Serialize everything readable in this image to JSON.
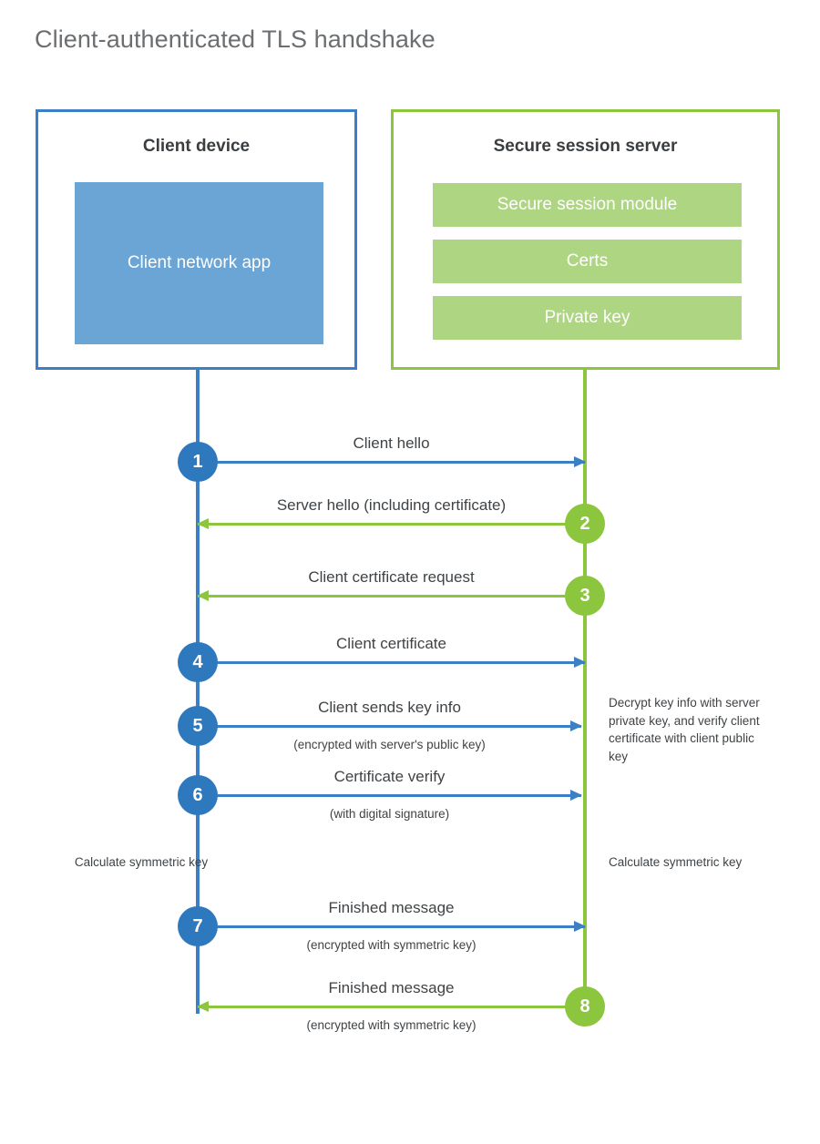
{
  "title": "Client-authenticated TLS handshake",
  "client": {
    "title": "Client device",
    "app_label": "Client network app"
  },
  "server": {
    "title": "Secure session server",
    "rows": [
      {
        "label": "Secure session module"
      },
      {
        "label": "Certs"
      },
      {
        "label": "Private key"
      }
    ]
  },
  "steps": [
    {
      "number": "1",
      "label": "Client hello",
      "sublabel": "",
      "direction": "to-server"
    },
    {
      "number": "2",
      "label": "Server hello (including certificate)",
      "sublabel": "",
      "direction": "to-client"
    },
    {
      "number": "3",
      "label": "Client certificate request",
      "sublabel": "",
      "direction": "to-client"
    },
    {
      "number": "4",
      "label": "Client certificate",
      "sublabel": "",
      "direction": "to-server"
    },
    {
      "number": "5",
      "label": "Client sends key info",
      "sublabel": "(encrypted with server's public key)",
      "direction": "to-server"
    },
    {
      "number": "6",
      "label": "Certificate verify",
      "sublabel": "(with digital signature)",
      "direction": "to-server"
    },
    {
      "number": "7",
      "label": "Finished message",
      "sublabel": "(encrypted with symmetric key)",
      "direction": "to-server"
    },
    {
      "number": "8",
      "label": "Finished message",
      "sublabel": "(encrypted with symmetric key)",
      "direction": "to-client"
    }
  ],
  "notes": {
    "server_decrypt": "Decrypt key info with server private key, and verify client certificate with client public key",
    "client_calculate": "Calculate symmetric key",
    "server_calculate": "Calculate symmetric key"
  },
  "colors": {
    "client_blue": "#3b7fc4",
    "client_circle_blue": "#2e78be",
    "client_app_fill": "#6aa5d5",
    "server_green": "#8cc63e",
    "server_row_fill": "#aed581",
    "title_gray": "#6b6f72",
    "text_gray": "#3f4346"
  }
}
